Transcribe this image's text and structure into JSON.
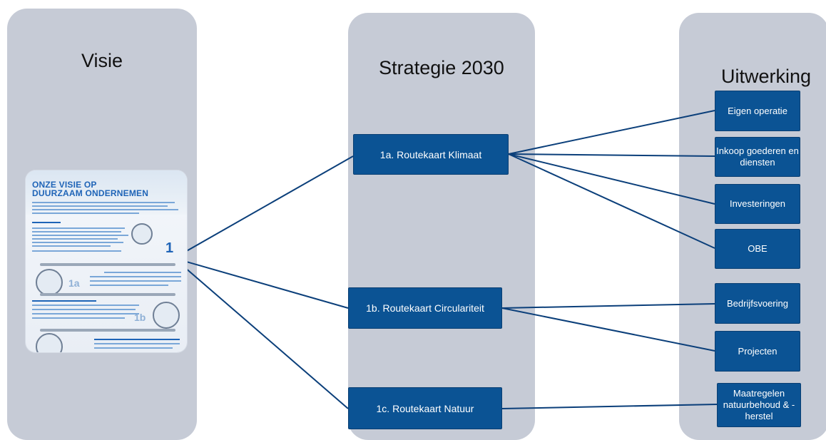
{
  "columns": {
    "visie": {
      "title": "Visie"
    },
    "strategie": {
      "title": "Strategie 2030"
    },
    "uitwerking": {
      "title": "Uitwerking"
    }
  },
  "infographic": {
    "title": "ONZE VISIE OP\nDUURZAAM ONDERNEMEN"
  },
  "strategy": [
    {
      "label": "1a. Routekaart Klimaat"
    },
    {
      "label": "1b. Routekaart Circulariteit"
    },
    {
      "label": "1c.  Routekaart Natuur"
    }
  ],
  "uitwerking": [
    {
      "label": "Eigen operatie"
    },
    {
      "label": "Inkoop goederen en diensten"
    },
    {
      "label": "Investeringen"
    },
    {
      "label": "OBE"
    },
    {
      "label": "Bedrijfsvoering"
    },
    {
      "label": "Projecten"
    },
    {
      "label": "Maatregelen natuurbehoud & -herstel"
    }
  ],
  "colors": {
    "box_fill": "#0b5394",
    "column_bg": "#c6cbd6",
    "connector": "#0b3f7a"
  }
}
